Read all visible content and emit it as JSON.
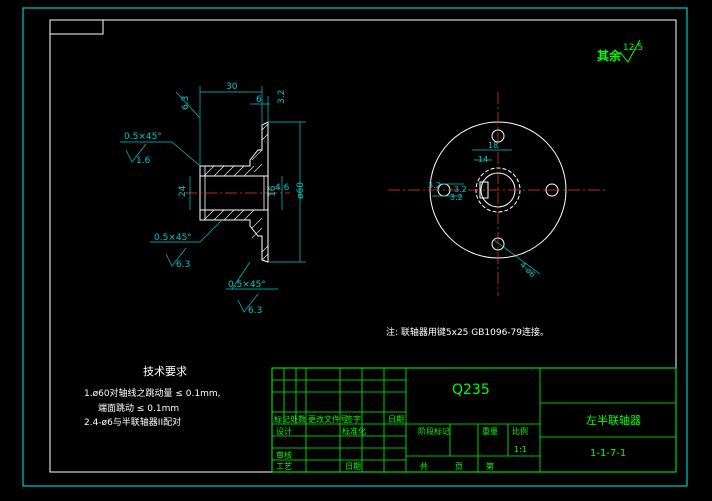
{
  "roughness": {
    "label": "其余",
    "value": "12.5"
  },
  "side_view": {
    "dims": {
      "length": "30",
      "flange": "6",
      "bore": "24",
      "shaft": "16",
      "od": "ø60",
      "chamfer": "6.3",
      "key": "3.2",
      "key_h": "4.6"
    },
    "chamfers": [
      "0.5×45°",
      "0.5×45°",
      "0.5×45°"
    ],
    "roughness": [
      "1.6",
      "6.3",
      "6.3"
    ]
  },
  "front_view": {
    "dims": {
      "keyway": "18",
      "width": "14",
      "r1": "3.2",
      "r2": "3.2",
      "r3": "3.2",
      "holes": "4-ø6"
    }
  },
  "note": "注: 联轴器用键5x25 GB1096-79连接。",
  "tech_req": {
    "title": "技术要求",
    "lines": [
      "1.ø60对轴线之跳动量 ≤ 0.1mm,",
      "端面跳动 ≤ 0.1mm",
      "2.4-ø6与半联轴器II配对"
    ]
  },
  "title_block": {
    "material": "Q235",
    "part_name": "左半联轴器",
    "drawing_no": "1-1-7-1",
    "headers": [
      "标记",
      "处数",
      "更改文件号",
      "签字",
      "日期"
    ],
    "rows": {
      "design": "设计",
      "standard": "标准化",
      "review": "审核",
      "process": "工艺",
      "date": "日期"
    },
    "stage": "阶段标记",
    "weight": "重量",
    "scale": "比例",
    "scale_val": "1:1",
    "total": "共",
    "sheet": "页",
    "sheet_no": "第"
  }
}
